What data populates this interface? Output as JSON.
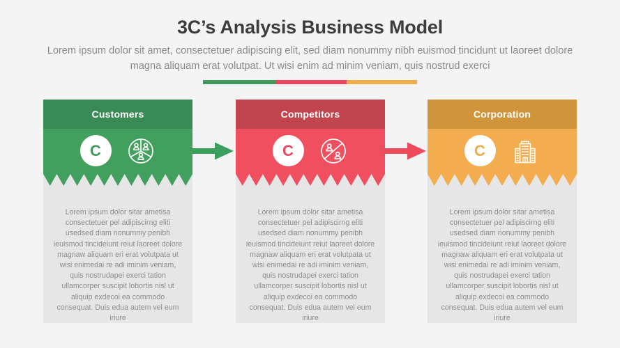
{
  "header": {
    "title": "3C’s Analysis Business Model",
    "subtitle": "Lorem ipsum dolor sit amet, consectetuer adipiscing elit, sed diam nonummy nibh euismod tincidunt ut laoreet dolore magna aliquam erat volutpat. Ut wisi enim ad minim veniam, quis nostrud exerci"
  },
  "divider": {
    "segments": [
      {
        "name": "customers",
        "color": "#419a5c"
      },
      {
        "name": "competitors",
        "color": "#ec4760"
      },
      {
        "name": "corporation",
        "color": "#f0ad4a"
      }
    ]
  },
  "cards": [
    {
      "key": "customers",
      "title": "Customers",
      "letter": "C",
      "icon": "market-segments-icon",
      "header_color": "#3a8a55",
      "body_color": "#42a05e",
      "accent_color": "#419a5c",
      "text": "Lorem ipsum dolor sitar ametisa consectetuer pel adipiscirng eliti usedsed diam nonummy penibh ieuismod tincideiunt reiut laoreet dolore magnaw aliquam eri erat volutpata ut wisi enimedai re adi iminim veniam, quis nostrudapei exerci tation ullamcorper suscipit lobortis nisl ut aliquip exdecoi ea commodo consequat. Duis edua autem vel eum iriure"
    },
    {
      "key": "competitors",
      "title": "Competitors",
      "letter": "C",
      "icon": "competition-divide-icon",
      "header_color": "#c2444f",
      "body_color": "#ef4f5e",
      "accent_color": "#ec4760",
      "text": "Lorem ipsum dolor sitar ametisa consectetuer pel adipiscirng eliti usedsed diam nonummy penibh ieuismod tincideiunt reiut laoreet dolore magnaw aliquam eri erat volutpata ut wisi enimedai re adi iminim veniam, quis nostrudapei exerci tation ullamcorper suscipit lobortis nisl ut aliquip exdecoi ea commodo consequat. Duis edua autem vel eum iriure"
    },
    {
      "key": "corporation",
      "title": "Corporation",
      "letter": "C",
      "icon": "office-building-icon",
      "header_color": "#d0953b",
      "body_color": "#f4ad4e",
      "accent_color": "#f0ad4a",
      "text": "Lorem ipsum dolor sitar ametisa consectetuer pel adipiscirng eliti usedsed diam nonummy penibh ieuismod tincideiunt reiut laoreet dolore magnaw aliquam eri erat volutpata ut wisi enimedai re adi iminim veniam, quis nostrudapei exerci tation ullamcorper suscipit lobortis nisl ut aliquip exdecoi ea commodo consequat. Duis edua autem vel eum iriure"
    }
  ],
  "arrows": [
    {
      "name": "arrow-customers-to-competitors",
      "color": "#3ba05d"
    },
    {
      "name": "arrow-competitors-to-corporation",
      "color": "#ee4a5b"
    }
  ]
}
